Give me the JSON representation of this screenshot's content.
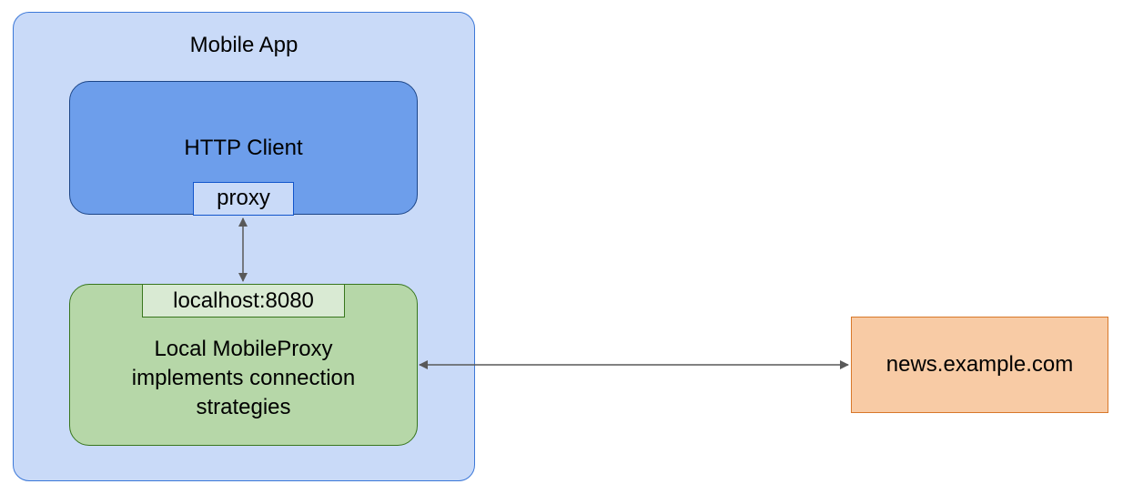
{
  "mobile_app": {
    "title": "Mobile App"
  },
  "http_client": {
    "label": "HTTP Client",
    "port_label": "proxy"
  },
  "mobile_proxy": {
    "port_label": "localhost:8080",
    "label_lines": [
      "Local MobileProxy",
      "implements connection",
      "strategies"
    ]
  },
  "external_server": {
    "label": "news.example.com"
  },
  "colors": {
    "mobile_app_fill": "#c9daf8",
    "mobile_app_border": "#3c78d8",
    "http_client_fill": "#6d9eeb",
    "http_client_border": "#1c4587",
    "proxy_tab_fill": "#c9daf8",
    "mobile_proxy_fill": "#b6d7a8",
    "mobile_proxy_border": "#38761d",
    "localhost_tab_fill": "#d9ead3",
    "server_fill": "#f8cba5",
    "server_border": "#d8782a",
    "connector": "#595959"
  }
}
